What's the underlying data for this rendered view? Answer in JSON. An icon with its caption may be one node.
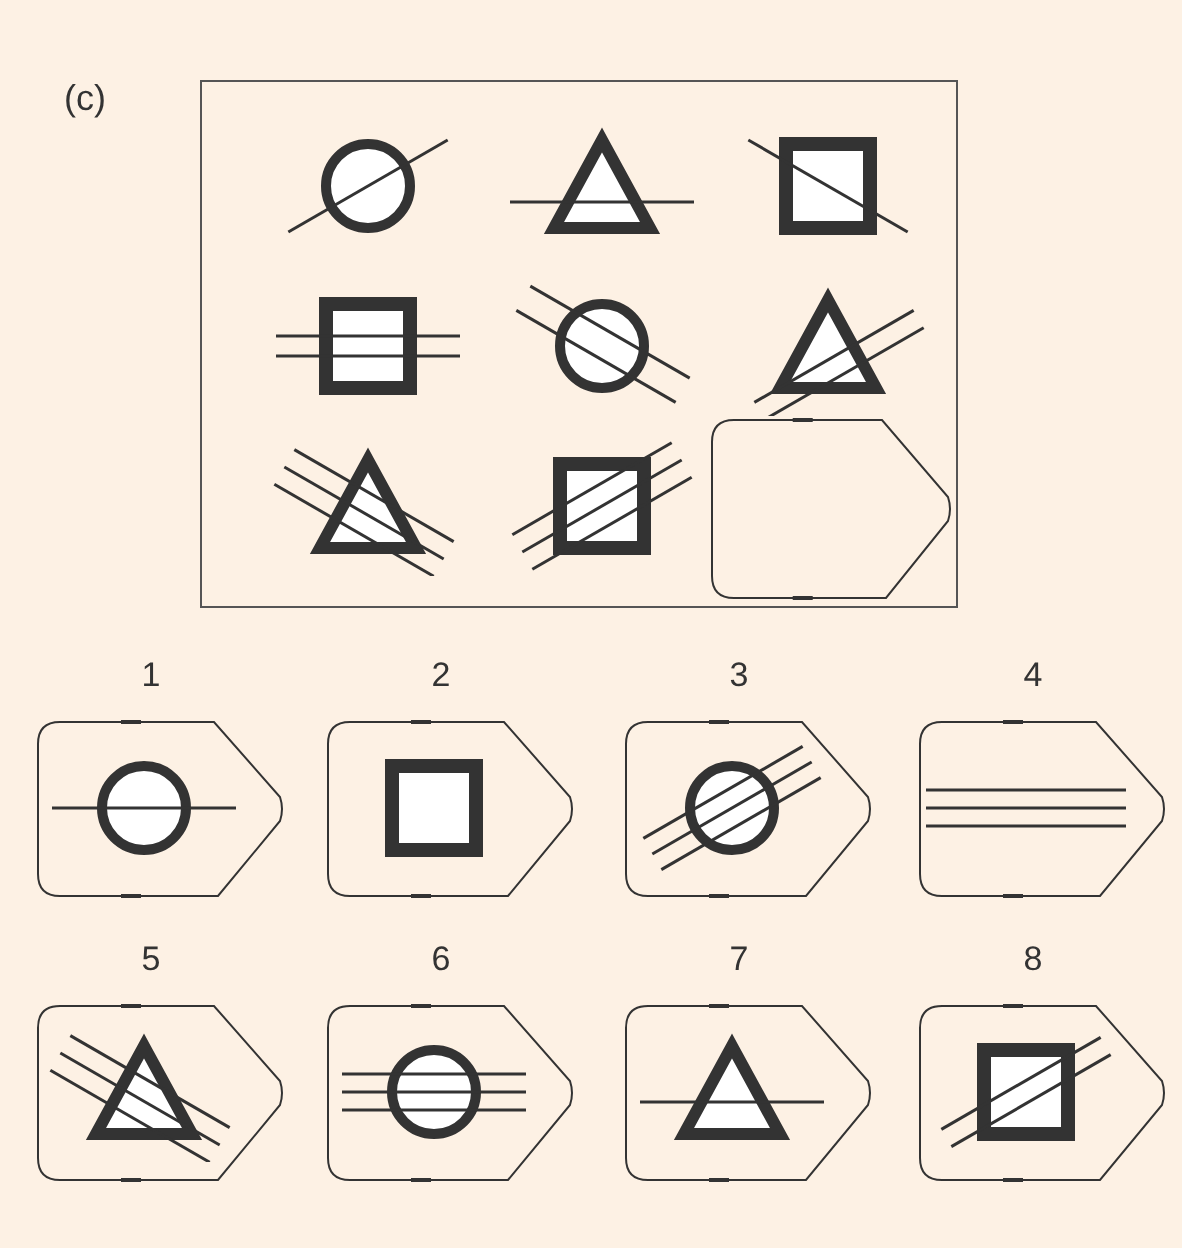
{
  "diagram": {
    "nodes": [
      {
        "text": [],
        "shape": "box"
      },
      {
        "text": [],
        "shape": "box",
        "in": 0
      },
      {
        "text": [
          "1"
        ]
      },
      {
        "text": [
          "2"
        ]
      },
      {
        "text": [
          "3"
        ]
      },
      {
        "text": [
          "4"
        ]
      },
      {
        "text": [
          "5"
        ]
      },
      {
        "text": [
          "6"
        ]
      },
      {
        "text": [
          "7"
        ]
      },
      {
        "text": [
          "8"
        ]
      }
    ],
    "edges": [],
    "labels": [
      "(c)"
    ]
  }
}
